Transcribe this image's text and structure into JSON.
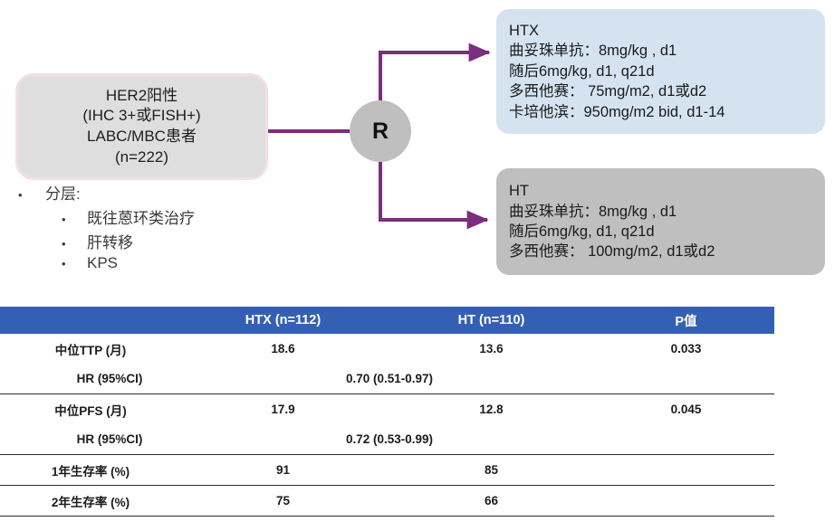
{
  "diagram": {
    "population": {
      "name": "population-box",
      "lines": [
        "HER2阳性",
        "(IHC 3+或FISH+)",
        "LABC/MBC患者",
        "(n=222)"
      ]
    },
    "randomization": {
      "label": "R"
    },
    "stratification": {
      "heading": "分层:",
      "bullet_glyph": "•",
      "items": [
        "既往蒽环类治疗",
        "肝转移",
        "KPS"
      ]
    },
    "arms": [
      {
        "id": "htx",
        "title": "HTX",
        "lines": [
          "曲妥珠单抗：8mg/kg , d1",
          "随后6mg/kg, d1, q21d",
          "多西他赛： 75mg/m2, d1或d2",
          "卡培他滨：950mg/m2 bid, d1-14"
        ]
      },
      {
        "id": "ht",
        "title": "HT",
        "lines": [
          "曲妥珠单抗：8mg/kg , d1",
          "随后6mg/kg, d1, q21d",
          "多西他赛： 100mg/m2, d1或d2"
        ]
      }
    ],
    "colors": {
      "connector": "#7b2d7e",
      "population_fill": "#dedede",
      "population_border": "#f3dee5",
      "htx_fill": "#d5e3f1",
      "ht_fill": "#bfbfbf",
      "randomize_fill": "#bfbfbf"
    }
  },
  "results": {
    "header": {
      "label": "",
      "htx": "HTX (n=112)",
      "ht": "HT (n=110)",
      "p": "P值"
    },
    "header_bg": "#3460b4",
    "rows": [
      {
        "type": "data",
        "label": "中位TTP (月)",
        "htx": "18.6",
        "ht": "13.6",
        "p": "0.033",
        "rule_below": false
      },
      {
        "type": "hr",
        "label": "HR (95%CI)",
        "value": "0.70 (0.51-0.97)",
        "rule_below": true
      },
      {
        "type": "data",
        "label": "中位PFS (月)",
        "htx": "17.9",
        "ht": "12.8",
        "p": "0.045",
        "rule_below": false
      },
      {
        "type": "hr",
        "label": "HR (95%CI)",
        "value": "0.72 (0.53-0.99)",
        "rule_below": true
      },
      {
        "type": "data",
        "label": "1年生存率 (%)",
        "htx": "91",
        "ht": "85",
        "p": "",
        "rule_below": true
      },
      {
        "type": "data",
        "label": "2年生存率 (%)",
        "htx": "75",
        "ht": "66",
        "p": "",
        "rule_below": true
      }
    ]
  }
}
